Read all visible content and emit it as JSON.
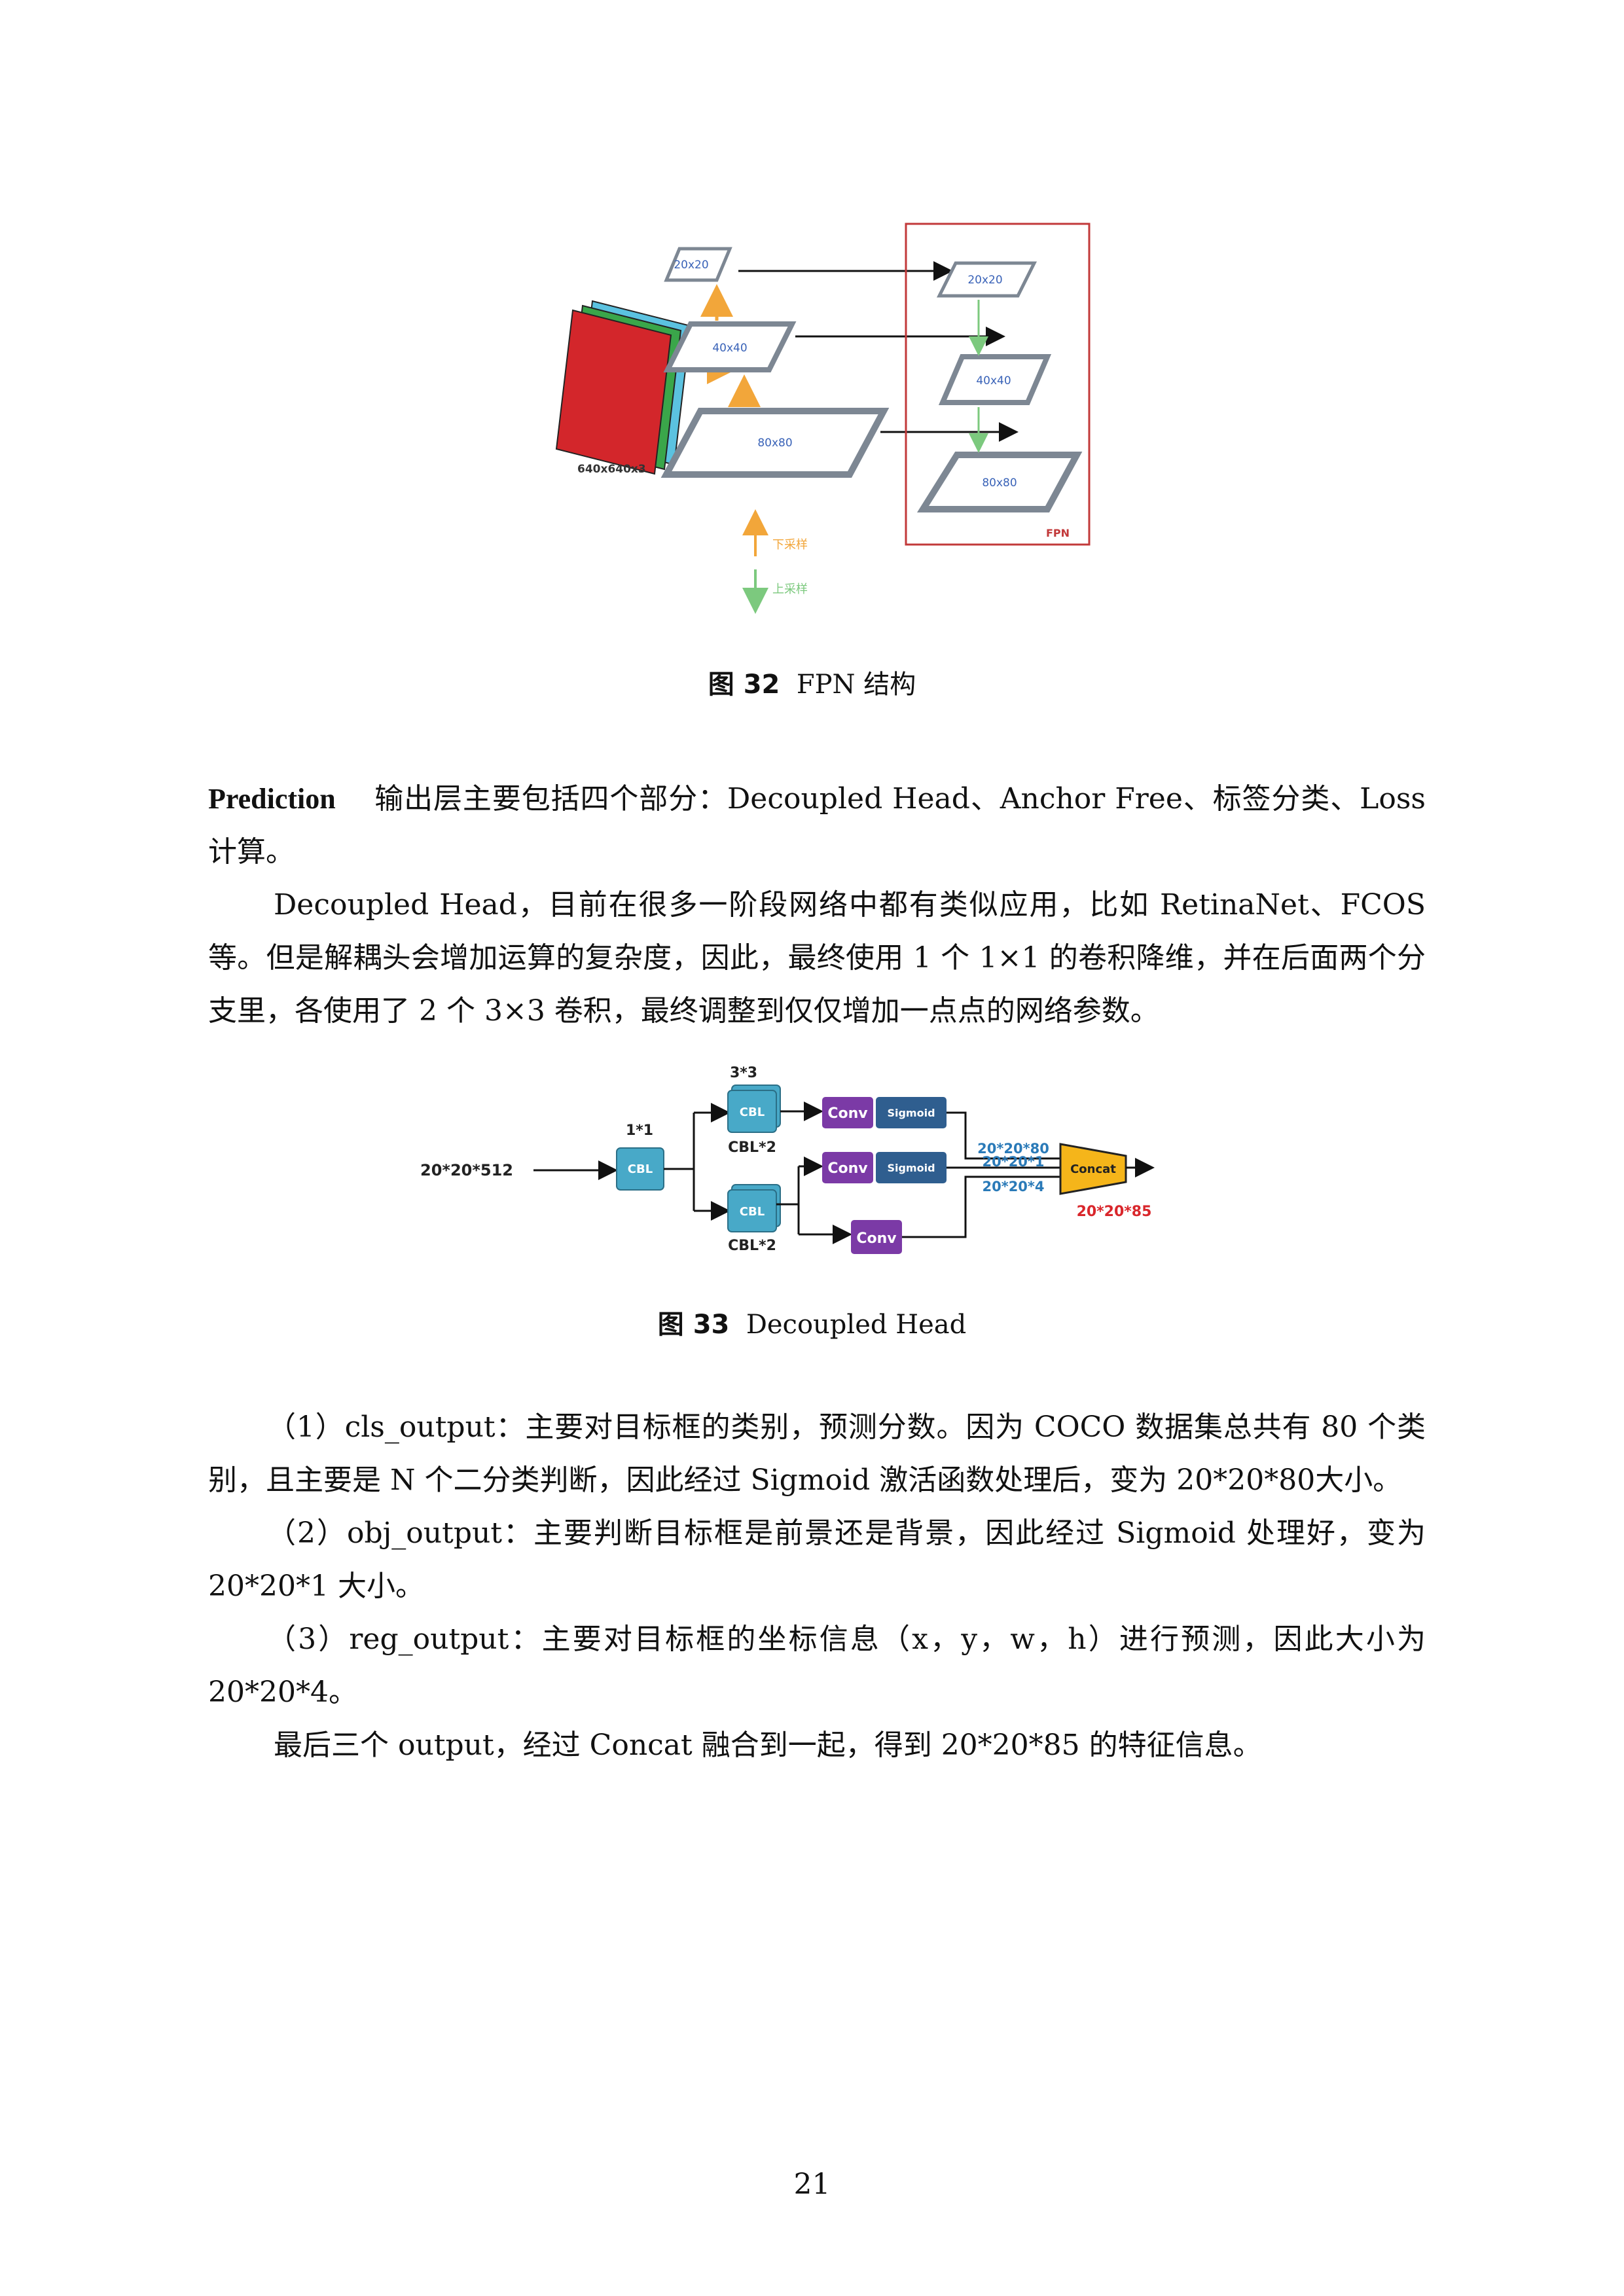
{
  "figure32": {
    "input_label": "640x640x3",
    "down_levels": [
      "20x20",
      "40x40",
      "80x80"
    ],
    "fpn_levels": [
      "20x20",
      "40x40",
      "80x80"
    ],
    "fpn_label": "FPN",
    "legend_down": "下采样",
    "legend_up": "上采样",
    "colors": {
      "red": "#d3262b",
      "green": "#3aa64a",
      "cyan": "#5bc2e0",
      "frame": "#7d8793",
      "label": "#3a63b8",
      "orange": "#f2a63a",
      "up_green": "#7cc97e",
      "fpn_border": "#c2393a"
    }
  },
  "caption32": {
    "label": "图 32",
    "text": "FPN 结构"
  },
  "prediction": {
    "lead": "Prediction",
    "line": "输出层主要包括四个部分：Decoupled Head、Anchor Free、标签分类、Loss计算。"
  },
  "paragraph_decoupled": "Decoupled Head，目前在很多一阶段网络中都有类似应用，比如 RetinaNet、FCOS等。但是解耦头会增加运算的复杂度，因此，最终使用 1 个 1×1 的卷积降维，并在后面两个分支里，各使用了 2 个 3×3 卷积，最终调整到仅仅增加一点点的网络参数。",
  "figure33": {
    "input_label": "20*20*512",
    "k1_label": "1*1",
    "k3_label": "3*3",
    "cbl": "CBL",
    "cbl2": "CBL*2",
    "conv": "Conv",
    "sigmoid": "Sigmoid",
    "out_cls": "20*20*80",
    "out_obj": "20*20*1",
    "out_reg": "20*20*4",
    "concat": "Concat",
    "final": "20*20*85",
    "colors": {
      "cbl": "#48a9c8",
      "conv": "#7b3aa6",
      "sigmoid": "#2f5e8f",
      "concat": "#f5b51a",
      "dims": "#2a7ab8",
      "final": "#d9262b"
    }
  },
  "caption33": {
    "label": "图 33",
    "text": "Decoupled Head"
  },
  "outputs": [
    "（1）cls_output：主要对目标框的类别，预测分数。因为 COCO 数据集总共有 80 个类别，且主要是 N 个二分类判断，因此经过 Sigmoid 激活函数处理后，变为 20*20*80大小。",
    "（2）obj_output：主要判断目标框是前景还是背景，因此经过 Sigmoid 处理好，变为 20*20*1 大小。",
    "（3）reg_output：主要对目标框的坐标信息（x，y，w，h）进行预测，因此大小为20*20*4。"
  ],
  "final_paragraph": "最后三个 output，经过 Concat 融合到一起，得到 20*20*85 的特征信息。",
  "page_number": "21"
}
